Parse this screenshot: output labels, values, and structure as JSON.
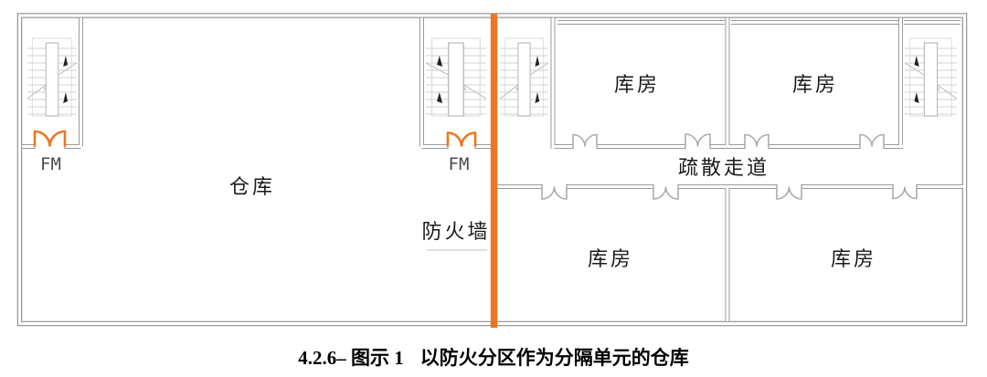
{
  "caption": {
    "number": "4.2.6– 图示 1",
    "title": "以防火分区作为分隔单元的仓库"
  },
  "plan": {
    "warehouse_label": "仓库",
    "storage_room_label": "库房",
    "corridor_label": "疏散走道",
    "fire_wall_label": "防火墙",
    "fire_door_label": "FM"
  },
  "colors": {
    "fire_orange": "#EC7623",
    "wall_gray": "#8E8E8E",
    "text_black": "#1A1A1A"
  }
}
